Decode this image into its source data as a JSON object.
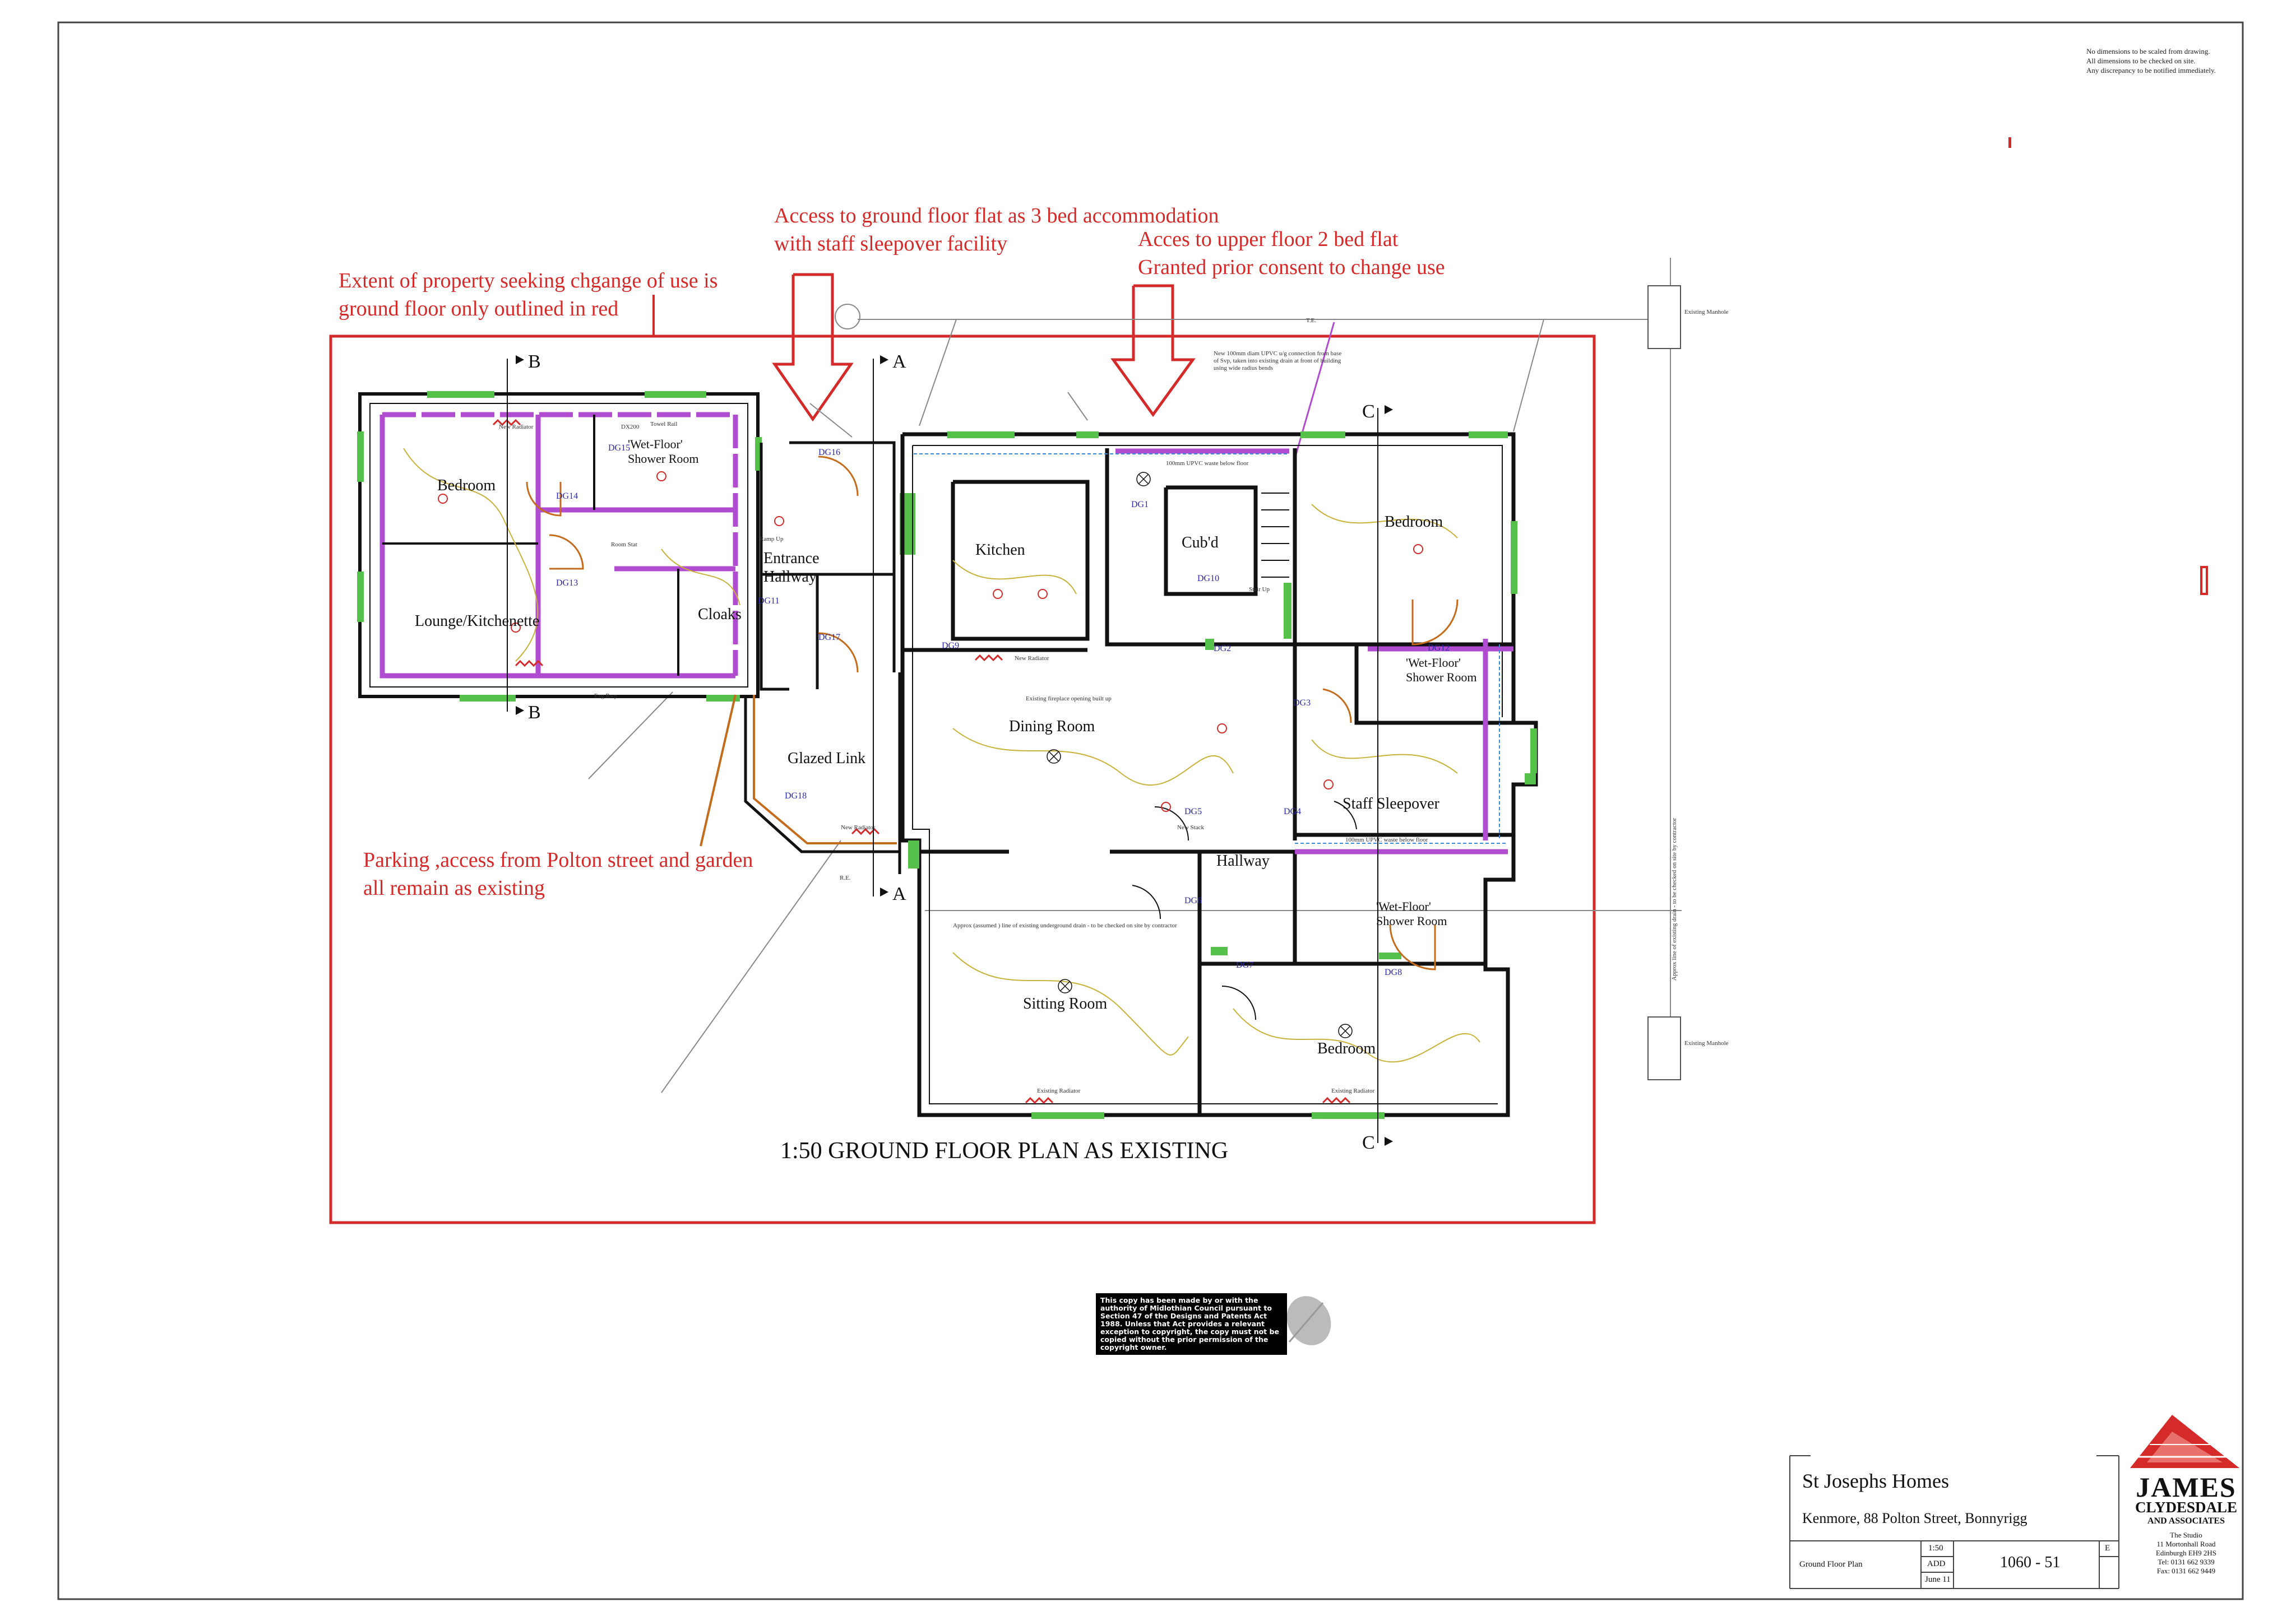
{
  "disclaimer": {
    "line1": "No dimensions to be scaled from drawing.",
    "line2": "All dimensions to be checked on site.",
    "line3": "Any discrepancy to be notified immediately."
  },
  "notes": {
    "extent_line1": "Extent of property seeking chgange of use is",
    "extent_line2": "ground floor  only outlined in red",
    "access_ground_line1": "Access to ground floor flat as 3 bed accommodation",
    "access_ground_line2": "with staff sleepover facility",
    "access_upper_line1": "Acces to upper floor 2 bed flat",
    "access_upper_line2": "Granted  prior consent to change use",
    "parking_line1": "Parking ,access from Polton street and garden",
    "parking_line2": "all remain as existing"
  },
  "plan_title": "1:50 GROUND FLOOR PLAN AS EXISTING",
  "rooms": {
    "bedroom_west": "Bedroom",
    "shower_west_1": "'Wet-Floor'",
    "shower_west_2": "Shower Room",
    "lounge": "Lounge/Kitchenette",
    "cloaks": "Cloaks",
    "entrance_1": "Entrance",
    "entrance_2": "Hallway",
    "glazed_link": "Glazed Link",
    "kitchen": "Kitchen",
    "dining": "Dining Room",
    "cupboard": "Cub'd",
    "bedroom_ne": "Bedroom",
    "shower_ne_1": "'Wet-Floor'",
    "shower_ne_2": "Shower Room",
    "staff_sleepover": "Staff Sleepover",
    "hallway": "Hallway",
    "sitting": "Sitting Room",
    "bedroom_se": "Bedroom",
    "shower_se_1": "'Wet-Floor'",
    "shower_se_2": "Shower Room"
  },
  "door_tags": {
    "dg14": "DG14",
    "dg13": "DG13",
    "dg15": "DG15",
    "dg11": "DG11",
    "dg16": "DG16",
    "dg17": "DG17",
    "dg18": "DG18",
    "dg9": "DG9",
    "dg1": "DG1",
    "dg10": "DG10",
    "dg2": "DG2",
    "dg12": "DG12",
    "dg3": "DG3",
    "dg4": "DG4",
    "dg5": "DG5",
    "dg6": "DG6",
    "dg7": "DG7",
    "dg8": "DG8"
  },
  "section_markers": {
    "b": "B",
    "a": "A",
    "c": "C"
  },
  "manholes": {
    "existing_1": "Existing Manhole",
    "existing_2": "Existing Manhole"
  },
  "drain_note": "Approx line of existing drain - to be checked on site by contractor",
  "small_notes": {
    "new_radiator": "New Radiator",
    "towel_rail": "Towel Rail",
    "dx200": "DX200",
    "room_stat": "Room Stat",
    "egs_rwp": "Exg Rwp",
    "ramp_up": "Ramp Up",
    "stair_up": "Stair Up",
    "new_stack": "New Stack",
    "existing_radiator": "Existing Radiator",
    "fireplace": "Existing fireplace opening built up",
    "drain_line": "Approx (assumed ) line of existing underground drain - to be checked on site by contractor",
    "upvc_waste": "100mm UPVC waste below floor",
    "upvc_stack": "New 100mm diam UPVC u/g connection from base of Svp, taken into existing drain at front of building using wide radius bends",
    "te": "T.E.",
    "re": "R.E."
  },
  "copyright_notice": "This copy has been made by or with the authority of Midlothian Council pursuant to Section 47 of the Designs and Patents Act 1988. Unless that Act provides a relevant exception to copyright, the copy must not be copied without the prior permission of the copyright owner.",
  "title_block": {
    "client": "St Josephs Homes",
    "address": "Kenmore, 88 Polton Street, Bonnyrigg",
    "drawing_title": "Ground Floor Plan",
    "scale": "1:50",
    "author": "ADD",
    "date": "June 11",
    "drawing_no": "1060 - 51",
    "revision": "E"
  },
  "brand": {
    "name": "JAMES",
    "sub1": "CLYDESDALE",
    "sub2": "AND ASSOCIATES",
    "addr1": "The Studio",
    "addr2": "11 Mortonhall Road",
    "addr3": "Edinburgh EH9 2HS",
    "tel": "Tel: 0131 662 9339",
    "fax": "Fax: 0131 662 9449"
  },
  "colors": {
    "annotation_red": "#d42a2a",
    "wall_black": "#111111",
    "insulation_purple": "#b04ccf",
    "new_wall_green": "#55c04a",
    "door_brown": "#c46b1c",
    "cable_yellow": "#c9b23a",
    "drain_blue": "#3a8ad9"
  }
}
